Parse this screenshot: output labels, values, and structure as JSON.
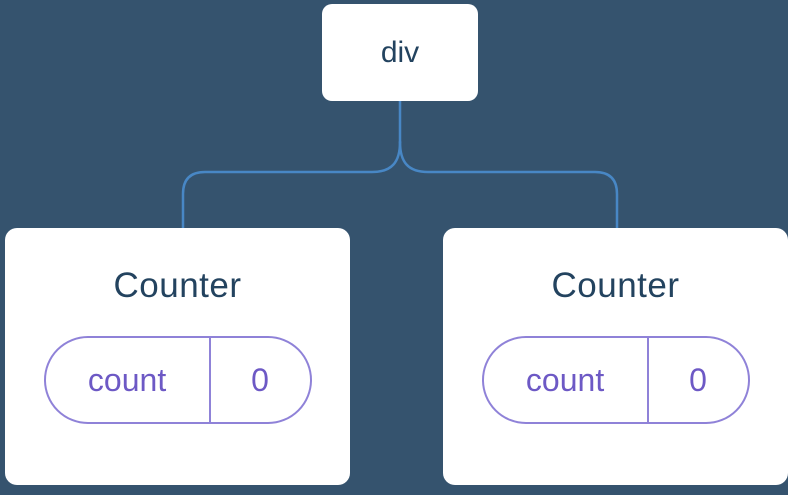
{
  "diagram": {
    "root_node": {
      "label": "div"
    },
    "children": [
      {
        "title": "Counter",
        "state": {
          "key": "count",
          "value": "0"
        }
      },
      {
        "title": "Counter",
        "state": {
          "key": "count",
          "value": "0"
        }
      }
    ],
    "colors": {
      "background": "#35536e",
      "node_background": "#ffffff",
      "connector": "#4887c5",
      "title_text": "#23435f",
      "state_border": "#8f82d8",
      "state_text": "#6d59c5"
    }
  }
}
